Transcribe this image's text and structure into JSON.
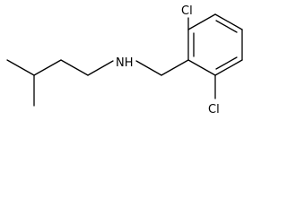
{
  "molecule": {
    "atoms": {
      "cl_top": "Cl",
      "cl_bottom": "Cl",
      "amine": "NH"
    }
  }
}
